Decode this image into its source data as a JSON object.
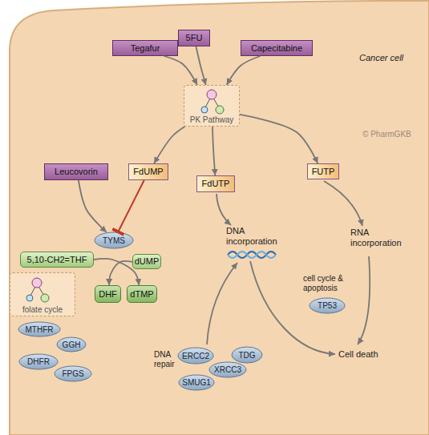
{
  "diagram": {
    "nodes": [
      {
        "text": [
          "Tegafur"
        ]
      },
      {
        "text": [
          "5FU"
        ]
      },
      {
        "text": [
          "Capecitabine"
        ]
      },
      {
        "text": [
          "PK Pathway"
        ]
      },
      {
        "text": [
          "Leucovorin"
        ]
      },
      {
        "text": [
          "FdUMP"
        ]
      },
      {
        "text": [
          "FdUTP"
        ]
      },
      {
        "text": [
          "FUTP"
        ]
      },
      {
        "text": [
          "TYMS"
        ]
      },
      {
        "text": [
          "5,10-CH2=THF"
        ]
      },
      {
        "text": [
          "dUMP"
        ]
      },
      {
        "text": [
          "DHF"
        ]
      },
      {
        "text": [
          "dTMP"
        ]
      },
      {
        "text": [
          "folate cycle"
        ]
      },
      {
        "text": [
          "MTHFR"
        ]
      },
      {
        "text": [
          "GGH"
        ]
      },
      {
        "text": [
          "DHFR"
        ]
      },
      {
        "text": [
          "FPGS"
        ]
      },
      {
        "text": [
          "ERCC2"
        ]
      },
      {
        "text": [
          "TDG"
        ]
      },
      {
        "text": [
          "XRCC3"
        ]
      },
      {
        "text": [
          "SMUG1"
        ]
      },
      {
        "text": [
          "TP53"
        ]
      }
    ],
    "edges": [
      {
        "from": 0,
        "to": 3,
        "arrow": "to"
      },
      {
        "from": 1,
        "to": 3,
        "arrow": "to"
      },
      {
        "from": 2,
        "to": 3,
        "arrow": "to"
      },
      {
        "from": 3,
        "to": 5,
        "arrow": "to"
      },
      {
        "from": 3,
        "to": 6,
        "arrow": "to"
      },
      {
        "from": 3,
        "to": 7,
        "arrow": "to"
      },
      {
        "from": 4,
        "to": 8,
        "arrow": "to"
      },
      {
        "from": 5,
        "to": 8,
        "arrow": "to"
      },
      {
        "from": 9,
        "to": 12,
        "arrow": "to"
      },
      {
        "from": 10,
        "to": 11,
        "arrow": "to"
      }
    ],
    "labels": [
      "Cancer cell",
      "© PharmGKB",
      "DNA incorporation",
      "RNA incorporation",
      "cell cycle & apoptosis",
      "DNA repair",
      "Cell death"
    ]
  }
}
